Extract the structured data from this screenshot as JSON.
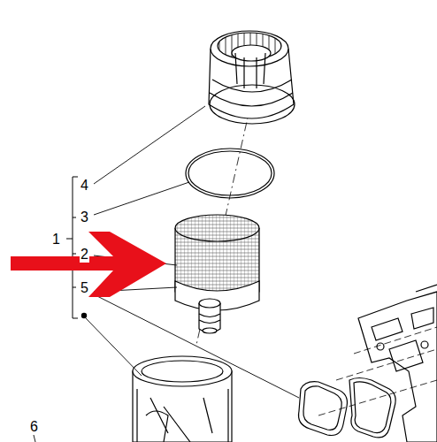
{
  "diagram": {
    "labels": [
      "4",
      "3",
      "1",
      "2",
      "5",
      "6"
    ]
  }
}
